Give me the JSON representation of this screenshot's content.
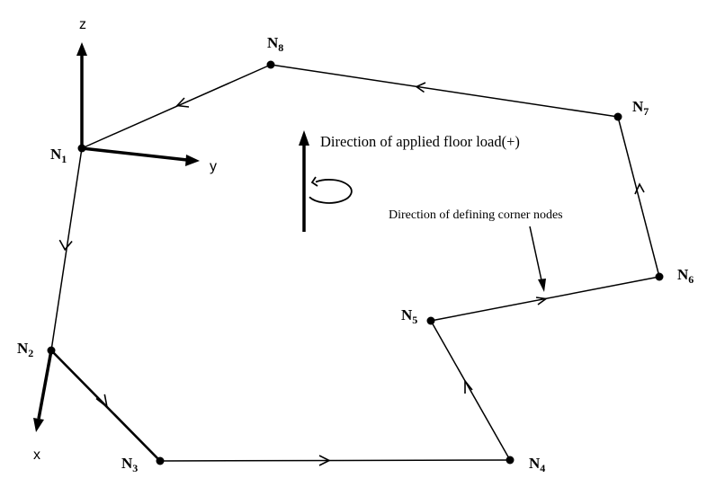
{
  "nodes": [
    {
      "id": "N1",
      "label": "N",
      "sub": "1"
    },
    {
      "id": "N2",
      "label": "N",
      "sub": "2"
    },
    {
      "id": "N3",
      "label": "N",
      "sub": "3"
    },
    {
      "id": "N4",
      "label": "N",
      "sub": "4"
    },
    {
      "id": "N5",
      "label": "N",
      "sub": "5"
    },
    {
      "id": "N6",
      "label": "N",
      "sub": "6"
    },
    {
      "id": "N7",
      "label": "N",
      "sub": "7"
    },
    {
      "id": "N8",
      "label": "N",
      "sub": "8"
    }
  ],
  "edges": [
    {
      "from": "N1",
      "to": "N2"
    },
    {
      "from": "N2",
      "to": "N3"
    },
    {
      "from": "N3",
      "to": "N4"
    },
    {
      "from": "N4",
      "to": "N5"
    },
    {
      "from": "N5",
      "to": "N6"
    },
    {
      "from": "N6",
      "to": "N7"
    },
    {
      "from": "N7",
      "to": "N8"
    },
    {
      "from": "N8",
      "to": "N1"
    }
  ],
  "axes": {
    "z": "z",
    "y": "y",
    "x": "x"
  },
  "annotations": {
    "floor_load": "Direction of applied floor load(+)",
    "corner_nodes": "Direction of defining corner nodes"
  },
  "colors": {
    "ink": "#000000",
    "background": "#ffffff"
  }
}
